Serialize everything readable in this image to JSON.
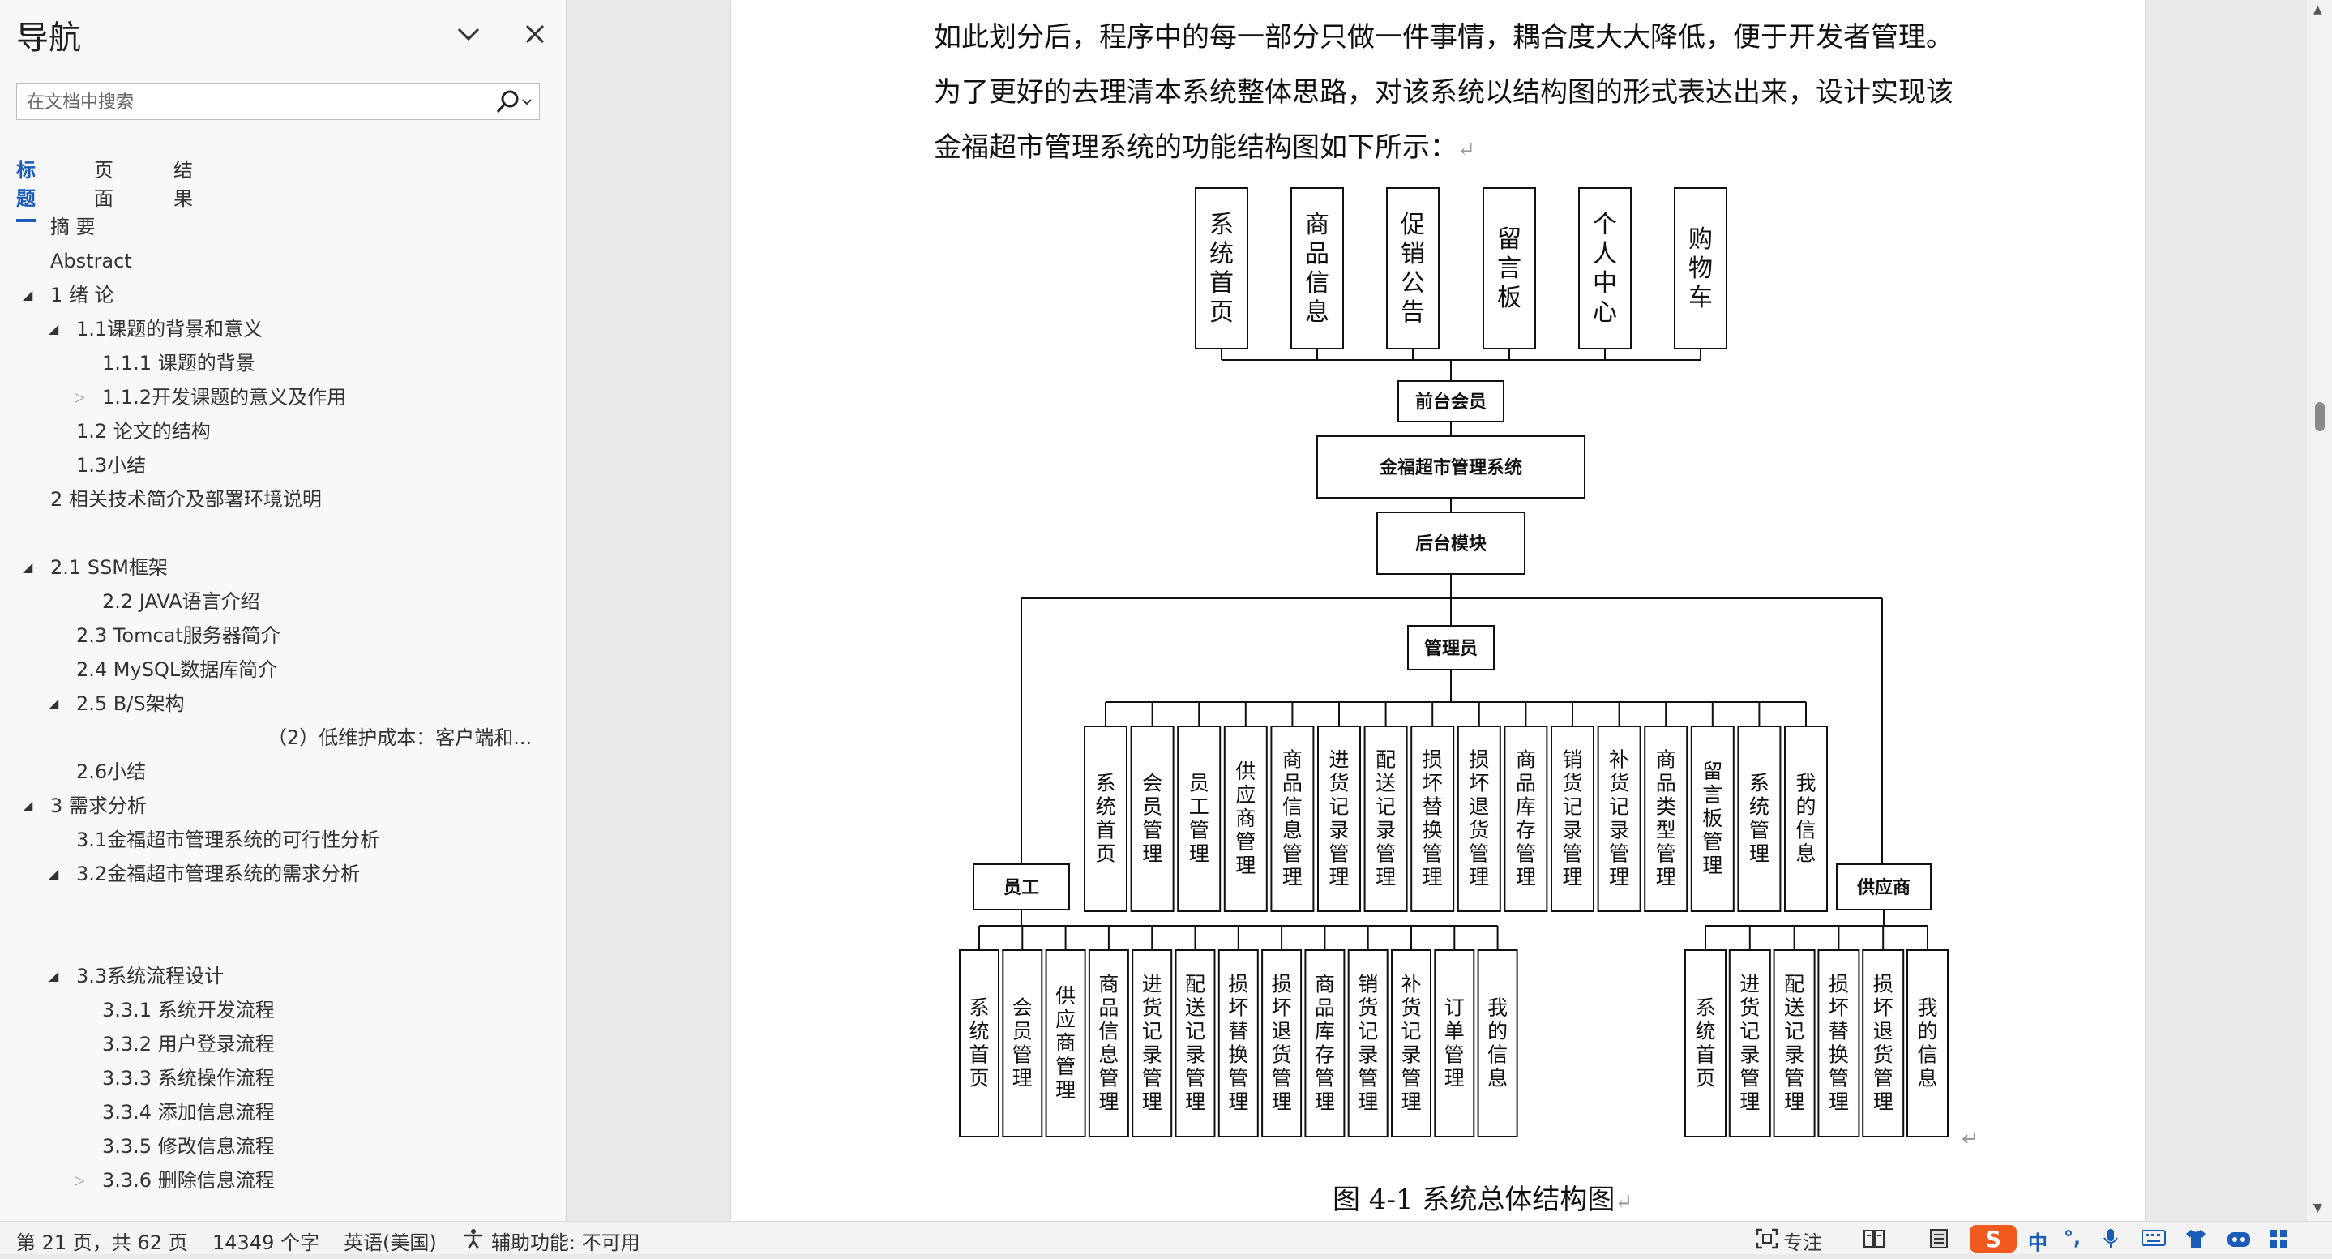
{
  "nav": {
    "title": "导航",
    "search_placeholder": "在文档中搜索",
    "tabs": [
      {
        "label": "标题",
        "active": true
      },
      {
        "label": "页面",
        "active": false
      },
      {
        "label": "结果",
        "active": false
      }
    ],
    "outline": [
      {
        "text": "摘  要",
        "level": 1,
        "toggle": "none"
      },
      {
        "text": "Abstract",
        "level": 1,
        "toggle": "none"
      },
      {
        "text": "1 绪  论",
        "level": 1,
        "toggle": "open"
      },
      {
        "text": "1.1课题的背景和意义",
        "level": 2,
        "toggle": "open"
      },
      {
        "text": "1.1.1 课题的背景",
        "level": 3,
        "toggle": "none"
      },
      {
        "text": "1.1.2开发课题的意义及作用",
        "level": 3,
        "toggle": "closed"
      },
      {
        "text": "1.2 论文的结构",
        "level": 2,
        "toggle": "none"
      },
      {
        "text": "1.3小结",
        "level": 2,
        "toggle": "none"
      },
      {
        "text": "2 相关技术简介及部署环境说明",
        "level": 1,
        "toggle": "none"
      },
      {
        "text": "2.1 SSM框架",
        "level": 1,
        "toggle": "open"
      },
      {
        "text": "2.2 JAVA语言介绍",
        "level": 3,
        "toggle": "none"
      },
      {
        "text": "2.3 Tomcat服务器简介",
        "level": 2,
        "toggle": "none"
      },
      {
        "text": "2.4 MySQL数据库简介",
        "level": 2,
        "toggle": "none"
      },
      {
        "text": "2.5 B/S架构",
        "level": 2,
        "toggle": "open"
      },
      {
        "text": "（2）低维护成本：客户端和...",
        "level": 4,
        "toggle": "none"
      },
      {
        "text": "2.6小结",
        "level": 2,
        "toggle": "none"
      },
      {
        "text": "3 需求分析",
        "level": 1,
        "toggle": "open"
      },
      {
        "text": "3.1金福超市管理系统的可行性分析",
        "level": 2,
        "toggle": "none"
      },
      {
        "text": "3.2金福超市管理系统的需求分析",
        "level": 2,
        "toggle": "open"
      },
      {
        "text": "3.3系统流程设计",
        "level": 2,
        "toggle": "open"
      },
      {
        "text": "3.3.1 系统开发流程",
        "level": 3,
        "toggle": "none"
      },
      {
        "text": "3.3.2 用户登录流程",
        "level": 3,
        "toggle": "none"
      },
      {
        "text": "3.3.3 系统操作流程",
        "level": 3,
        "toggle": "none"
      },
      {
        "text": "3.3.4 添加信息流程",
        "level": 3,
        "toggle": "none"
      },
      {
        "text": "3.3.5 修改信息流程",
        "level": 3,
        "toggle": "none"
      },
      {
        "text": "3.3.6 删除信息流程",
        "level": 3,
        "toggle": "closed"
      }
    ]
  },
  "document": {
    "paragraphs": [
      "如此划分后，程序中的每一部分只做一件事情，耦合度大大降低，便于开发者管理。",
      "为了更好的去理清本系统整体思路，对该系统以结构图的形式表达出来，设计实现该",
      "金福超市管理系统的功能结构图如下所示："
    ],
    "paragraph_mark": "↵",
    "caption": "图 4-1  系统总体结构图"
  },
  "diagram": {
    "frontend_modules": [
      "系统首页",
      "商品信息",
      "促销公告",
      "留言板",
      "个人中心",
      "购物车"
    ],
    "frontend_role": "前台会员",
    "root": "金福超市管理系统",
    "backend": "后台模块",
    "admin": "管理员",
    "admin_modules": [
      "系统首页",
      "会员管理",
      "员工管理",
      "供应商管理",
      "商品信息管理",
      "进货记录管理",
      "配送记录管理",
      "损坏替换管理",
      "损坏退货管理",
      "商品库存管理",
      "销货记录管理",
      "补货记录管理",
      "商品类型管理",
      "留言板管理",
      "系统管理",
      "我的信息"
    ],
    "staff": "员工",
    "staff_modules": [
      "系统首页",
      "会员管理",
      "供应商管理",
      "商品信息管理",
      "进货记录管理",
      "配送记录管理",
      "损坏替换管理",
      "损坏退货管理",
      "商品库存管理",
      "销货记录管理",
      "补货记录管理",
      "订单管理",
      "我的信息"
    ],
    "supplier": "供应商",
    "supplier_modules": [
      "系统首页",
      "进货记录管理",
      "配送记录管理",
      "损坏替换管理",
      "损坏退货管理",
      "我的信息"
    ]
  },
  "status_bar": {
    "page": "第 21 页，共 62 页",
    "words": "14349 个字",
    "language": "英语(美国)",
    "accessibility": "辅助功能: 不可用",
    "focus": "专注",
    "ime_lang": "中"
  },
  "colors": {
    "accent": "#1b5cb8",
    "ime_brand": "#f05a1e"
  }
}
